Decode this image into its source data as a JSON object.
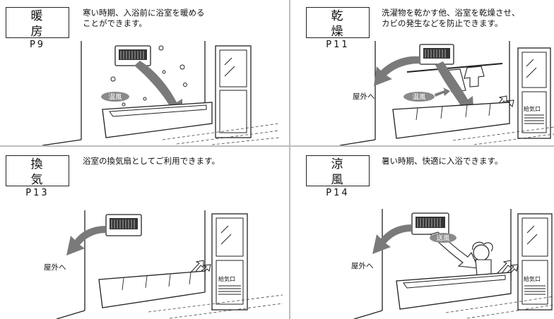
{
  "panels": [
    {
      "id": "heating",
      "name": "暖 房",
      "page": "P9",
      "desc": "寒い時期、入浴前に浴室を暖める\nことができます。",
      "labels": {
        "wind": "温風"
      }
    },
    {
      "id": "drying",
      "name": "乾 燥",
      "page": "P11",
      "desc": "洗濯物を乾かす他、浴室を乾燥させ、\nカビの発生などを防止できます。",
      "labels": {
        "outside": "屋外へ",
        "wind": "温風",
        "vent": "給気口"
      }
    },
    {
      "id": "ventilation",
      "name": "換 気",
      "page": "P13",
      "desc": "浴室の換気扇としてご利用できます。",
      "labels": {
        "outside": "屋外へ",
        "vent": "給気口"
      }
    },
    {
      "id": "cool-breeze",
      "name": "涼 風",
      "page": "P14",
      "desc": "暑い時期、快適に入浴できます。",
      "labels": {
        "outside": "屋外へ",
        "wind": "送風",
        "vent": "給気口"
      }
    }
  ],
  "colors": {
    "arrow": "#7a7a7a",
    "line": "#222222",
    "divider": "#bdbdbd"
  }
}
